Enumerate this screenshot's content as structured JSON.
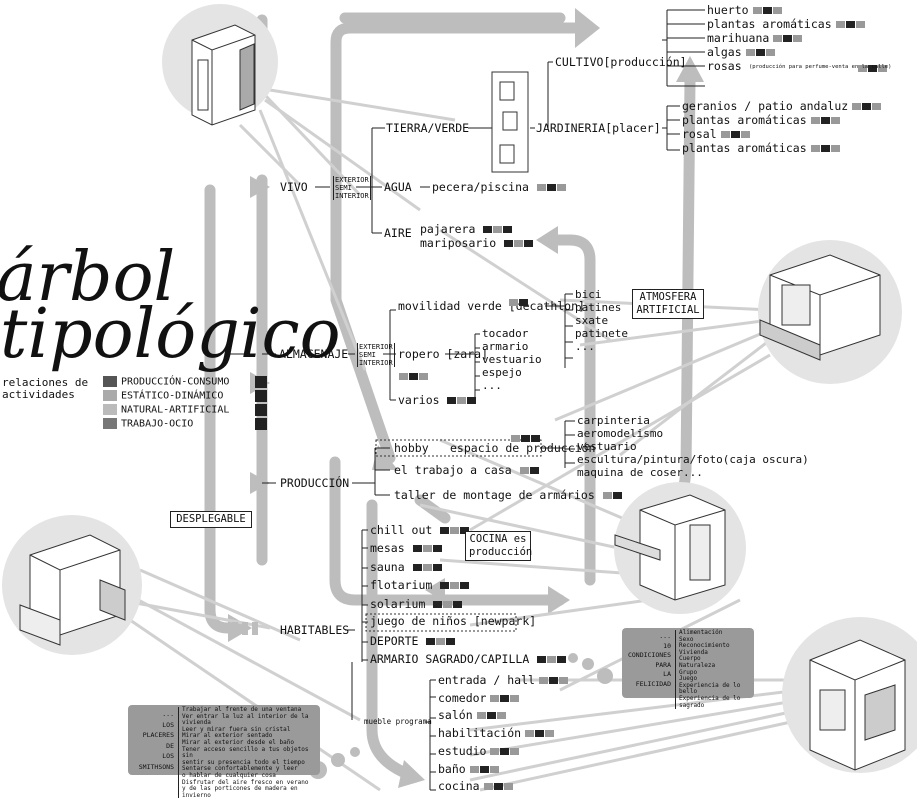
{
  "title": {
    "line1": "árbol",
    "line2": "tipológico"
  },
  "legend": {
    "intro": "relaciones de actividades",
    "items": [
      {
        "label": "PRODUCCIÓN-CONSUMO",
        "color": "#555555"
      },
      {
        "label": "ESTÁTICO-DINÁMICO",
        "color": "#aaaaaa"
      },
      {
        "label": "NATURAL-ARTIFICIAL",
        "color": "#bbbbbb"
      },
      {
        "label": "TRABAJO-OCIO",
        "color": "#777777"
      }
    ]
  },
  "main_nodes": {
    "vivo": "VIVO",
    "almacenaje": "ALMACENAJE",
    "produccion": "PRODUCCIÓN",
    "habitables": "HABITABLES"
  },
  "tags": {
    "ext_semi_int_line1": "EXTERIOR",
    "ext_semi_int_line2": "SEMI",
    "ext_semi_int_line3": "INTERIOR"
  },
  "vivo_branch": {
    "tierra": "TIERRA/VERDE",
    "agua": "AGUA",
    "aire": "AIRE",
    "pecera": "pecera/piscina",
    "pajarera": "pajarera",
    "mariposario": "mariposario",
    "cultivo": "CULTIVO[producción]",
    "jardineria": "JARDINERIA[placer]",
    "cultivo_items": [
      "huerto",
      "plantas aromáticas",
      "marihuana",
      "algas",
      "rosas"
    ],
    "rosas_note": "(producción para perfume-venta en la calle)",
    "jardineria_items": [
      "geranios / patio andaluz",
      "plantas aromáticas",
      "rosal",
      "plantas aromáticas"
    ]
  },
  "almacenaje_branch": {
    "movilidad": "movilidad verde [decathlon]",
    "movilidad_items": [
      "bici",
      "patines",
      "sxate",
      "patinete",
      "..."
    ],
    "ropero": "ropero [zara]",
    "ropero_items": [
      "tocador",
      "armario",
      "vestuario",
      "espejo",
      "..."
    ],
    "varios": "varios"
  },
  "produccion_branch": {
    "hobby": "hobby",
    "espacio": "espacio de producción",
    "espacio_items": [
      "carpinteria",
      "aeromodelismo",
      "vestuario",
      "escultura/pintura/foto(caja oscura)",
      "maquina de coser..."
    ],
    "trabajo": "el trabajo a casa",
    "taller": "taller de montage de armários"
  },
  "habitables_branch": {
    "items": [
      "chill out",
      "mesas",
      "sauna",
      "flotarium",
      "solarium",
      "juego de niños [newpark]",
      "DEPORTE",
      "ARMARIO SAGRADO/CAPILLA"
    ],
    "mueble": "mueble programa",
    "rooms": [
      "entrada / hall",
      "comedor",
      "salón",
      "habilitación",
      "estudio",
      "baño",
      "cocina"
    ]
  },
  "boxes": {
    "atmosfera": "ATMOSFERA ARTIFICIAL",
    "cocina": "COCINA es producción",
    "desplegable": "DESPLEGABLE"
  },
  "panel_condiciones": {
    "heading": [
      "...",
      "10",
      "CONDICIONES",
      "PARA",
      "LA",
      "FELICIDAD"
    ],
    "items": [
      "Alimentación",
      "Sexo",
      "Reconocimiento",
      "Vivienda",
      "Cuerpo",
      "Naturaleza",
      "Grupo",
      "Juego",
      "Experiencia de lo bello",
      "Experiencia de lo sagrado"
    ]
  },
  "panel_placeres": {
    "heading": [
      "...",
      "LOS",
      "PLACERES",
      "DE",
      "LOS",
      "SMITHSONS"
    ],
    "items": [
      "Trabajar al frente de una ventana",
      "Ver entrar la luz al interior de la vivienda",
      "Leer y mirar fuera sin cristal",
      "Mirar al exterior sentado",
      "Mirar al exterior desde el baño",
      "Tener acceso sencillo a tus objetos sin",
      "sentir su presencia todo el tiempo",
      "Sentarse confortablemente y leer",
      "o hablar de cualquier cosa",
      "Disfrutar del aire fresco en verano",
      "y de las porticones de madera en invierno"
    ]
  }
}
